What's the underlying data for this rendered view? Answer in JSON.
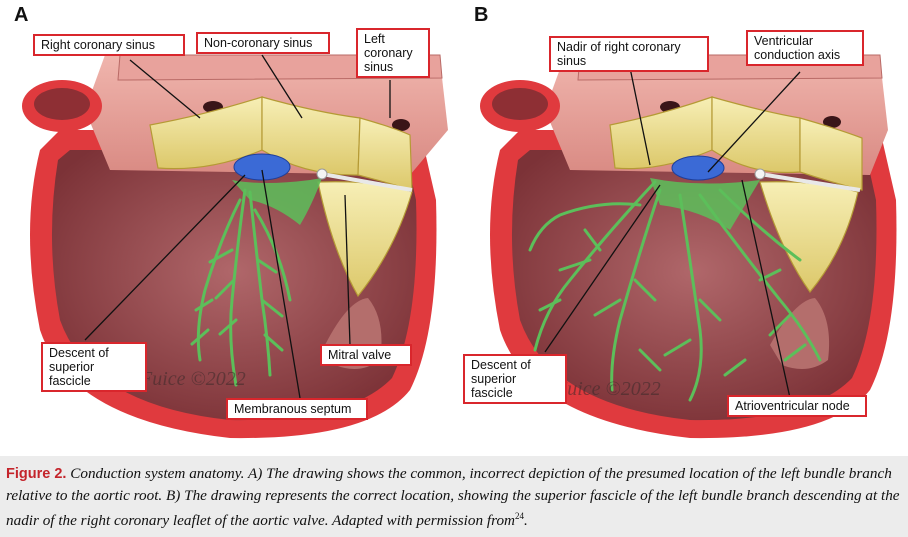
{
  "panels": {
    "a": {
      "letter": "A",
      "labels": {
        "right_coronary_sinus": "Right coronary sinus",
        "non_coronary_sinus": "Non-coronary sinus",
        "left_coronary_sinus": "Left\ncoronary\nsinus",
        "descent_superior_fascicle": "Descent of\nsuperior fascicle",
        "mitral_valve": "Mitral valve",
        "membranous_septum": "Membranous septum"
      },
      "signature": "Fuice ©2022"
    },
    "b": {
      "letter": "B",
      "labels": {
        "nadir_right_coronary_sinus": "Nadir of right coronary sinus",
        "ventricular_conduction_axis": "Ventricular\nconduction axis",
        "descent_superior_fascicle": "Descent of\nsuperior fascicle",
        "atrioventricular_node": "Atrioventricular node"
      },
      "signature": "Fuice ©2022"
    }
  },
  "caption": {
    "figure_label": "Figure 2.",
    "text": "Conduction system anatomy. A) The drawing shows the common, incorrect depiction of the presumed location of the left bundle branch relative to the aortic root. B) The drawing represents the correct location, showing the superior fascicle of the left bundle branch descending at the nadir of the right coronary leaflet of the aortic valve. Adapted with permission from",
    "reference": "24",
    "end": "."
  },
  "colors": {
    "label_border": "#d9262c",
    "myocardium": "#9e4a4e",
    "aorta_wall": "#e8a29c",
    "outer_red": "#e03a3e",
    "leaflet": "#f3e79a",
    "conduction": "#5cbf5a",
    "septum": "#3b6ad6",
    "caption_bg": "#ececec",
    "figure_label": "#c4242b"
  }
}
